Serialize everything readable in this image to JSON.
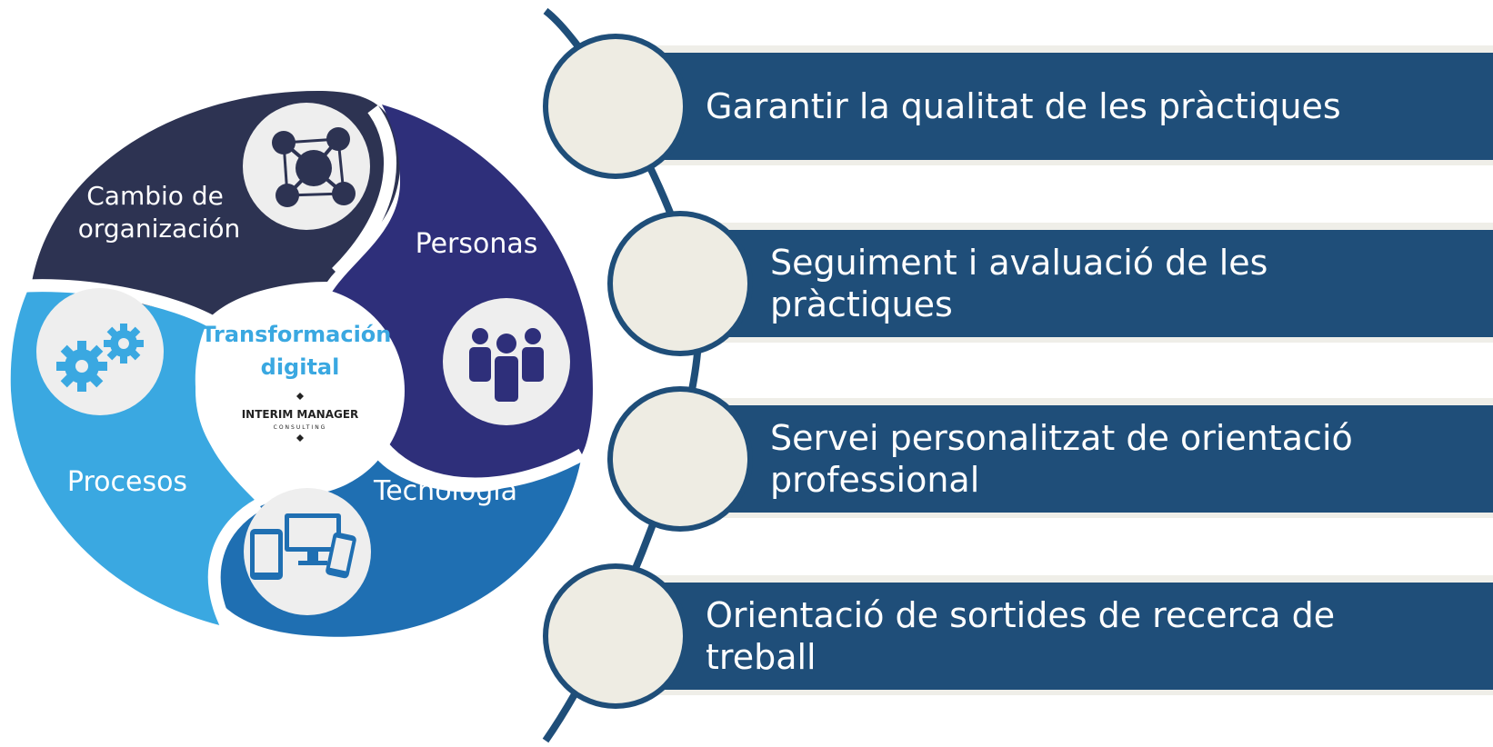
{
  "wheel": {
    "segments": [
      {
        "label_lines": [
          "Cambio de",
          "organización"
        ],
        "color": "#2d3352",
        "icon": "network-icon"
      },
      {
        "label_lines": [
          "Personas"
        ],
        "color": "#2e2f7a",
        "icon": "people-icon"
      },
      {
        "label_lines": [
          "Tecnología"
        ],
        "color": "#1f6fb2",
        "icon": "devices-icon"
      },
      {
        "label_lines": [
          "Procesos"
        ],
        "color": "#3aa8e1",
        "icon": "gears-icon"
      }
    ],
    "center": {
      "title_lines": [
        "Transformación",
        "digital"
      ],
      "brand": "INTERIM MANAGER",
      "brand_sub": "CONSULTING"
    }
  },
  "timeline": {
    "bar_color": "#1f4e79",
    "circle_color": "#eeece3",
    "items": [
      {
        "lines": [
          "Garantir la qualitat de les pràctiques"
        ]
      },
      {
        "lines": [
          "Seguiment i avaluació de les",
          "pràctiques"
        ]
      },
      {
        "lines": [
          "Servei personalitzat de orientació",
          "professional"
        ]
      },
      {
        "lines": [
          "Orientació de sortides de recerca de",
          "treball"
        ]
      }
    ]
  }
}
